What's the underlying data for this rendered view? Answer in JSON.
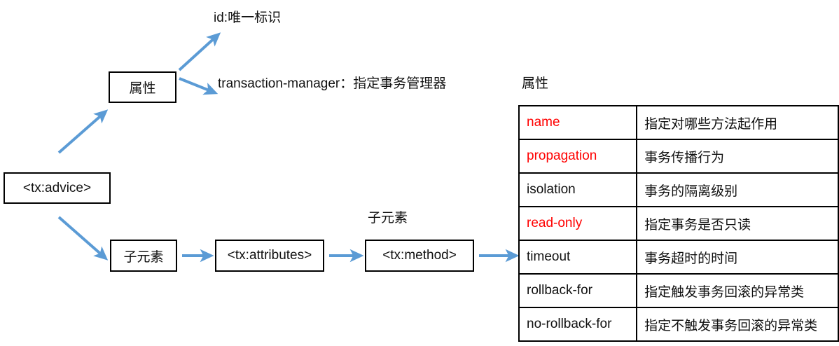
{
  "diagram": {
    "title_hidden": "",
    "accent_arrow_color": "#5B9BD5",
    "box_border_color": "#000000",
    "highlight_color": "#FF0000",
    "nodes": [
      {
        "id": "tx-advice",
        "label": "<tx:advice>"
      },
      {
        "id": "attributes-box",
        "label": "属性"
      },
      {
        "id": "children-box",
        "label": "子元素"
      },
      {
        "id": "tx-attributes",
        "label": "<tx:attributes>"
      },
      {
        "id": "tx-method",
        "label": "<tx:method>"
      }
    ],
    "labels": [
      {
        "id": "id-label",
        "text": "id:唯一标识"
      },
      {
        "id": "transaction-manager-label",
        "text": "transaction-manager：指定事务管理器"
      },
      {
        "id": "child-element-label",
        "text": "子元素"
      },
      {
        "id": "attributes-table-label",
        "text": "属性"
      }
    ]
  },
  "attribute_table": {
    "caption": "属性",
    "rows": [
      {
        "name": "name",
        "desc": "指定对哪些方法起作用",
        "highlight": true
      },
      {
        "name": "propagation",
        "desc": "事务传播行为",
        "highlight": true
      },
      {
        "name": "isolation",
        "desc": "事务的隔离级别",
        "highlight": false
      },
      {
        "name": "read-only",
        "desc": "指定事务是否只读",
        "highlight": true
      },
      {
        "name": "timeout",
        "desc": "事务超时的时间",
        "highlight": false
      },
      {
        "name": "rollback-for",
        "desc": "指定触发事务回滚的异常类",
        "highlight": false
      },
      {
        "name": "no-rollback-for",
        "desc": "指定不触发事务回滚的异常类",
        "highlight": false
      }
    ]
  }
}
